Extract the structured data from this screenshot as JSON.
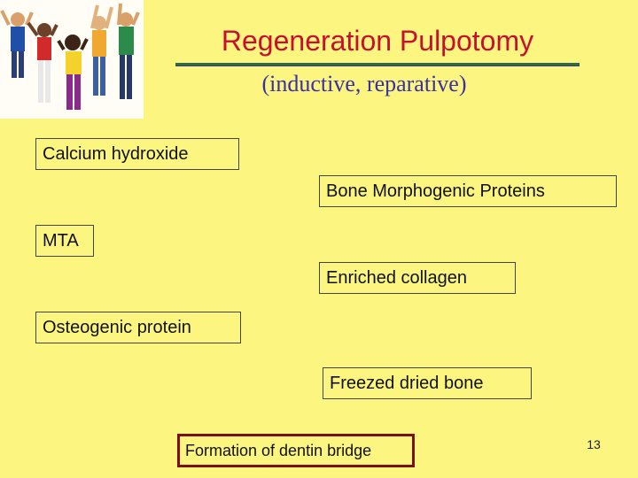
{
  "slide": {
    "title": "Regeneration Pulpotomy",
    "subtitle": "(inductive, reparative)",
    "items": [
      "Calcium hydroxide",
      "Bone Morphogenic Proteins",
      "MTA",
      "Enriched collagen",
      "Osteogenic protein",
      "Freezed dried bone"
    ],
    "result": "Formation of dentin bridge",
    "page_number": "13"
  },
  "colors": {
    "background": "#fcf680",
    "title": "#c8102e",
    "subtitle": "#3a2fa6",
    "rule": "#2e6a4a",
    "result_border": "#7a1010"
  },
  "image": {
    "icon": "children-jumping-photo"
  }
}
